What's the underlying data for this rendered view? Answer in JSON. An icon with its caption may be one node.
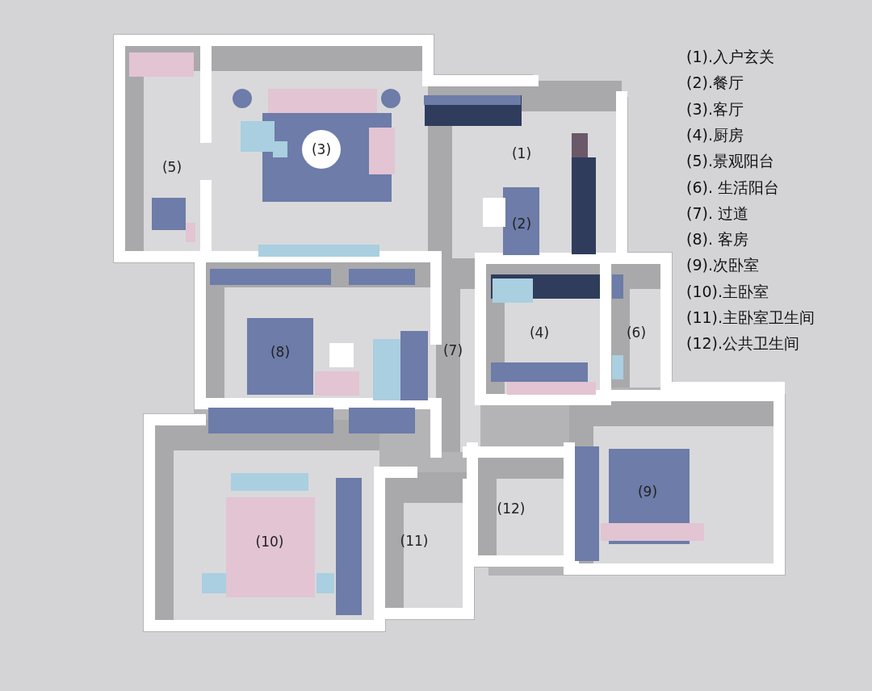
{
  "diagram": {
    "labels": [
      "(1)",
      "(2)",
      "(3)",
      "(4)",
      "(5)",
      "(6)",
      "(7)",
      "(8)",
      "(9)",
      "(10)",
      "(11)",
      "(12)",
      "(1).入户玄关",
      "(2).餐厅",
      "(3).客厅",
      "(4).厨房",
      "(5).景观阳台",
      "(6). 生活阳台",
      "(7). 过道",
      "(8). 客房",
      "(9).次卧室",
      "(10).主卧室",
      "(11).主卧室卫生间",
      "(12).公共卫生间"
    ]
  }
}
